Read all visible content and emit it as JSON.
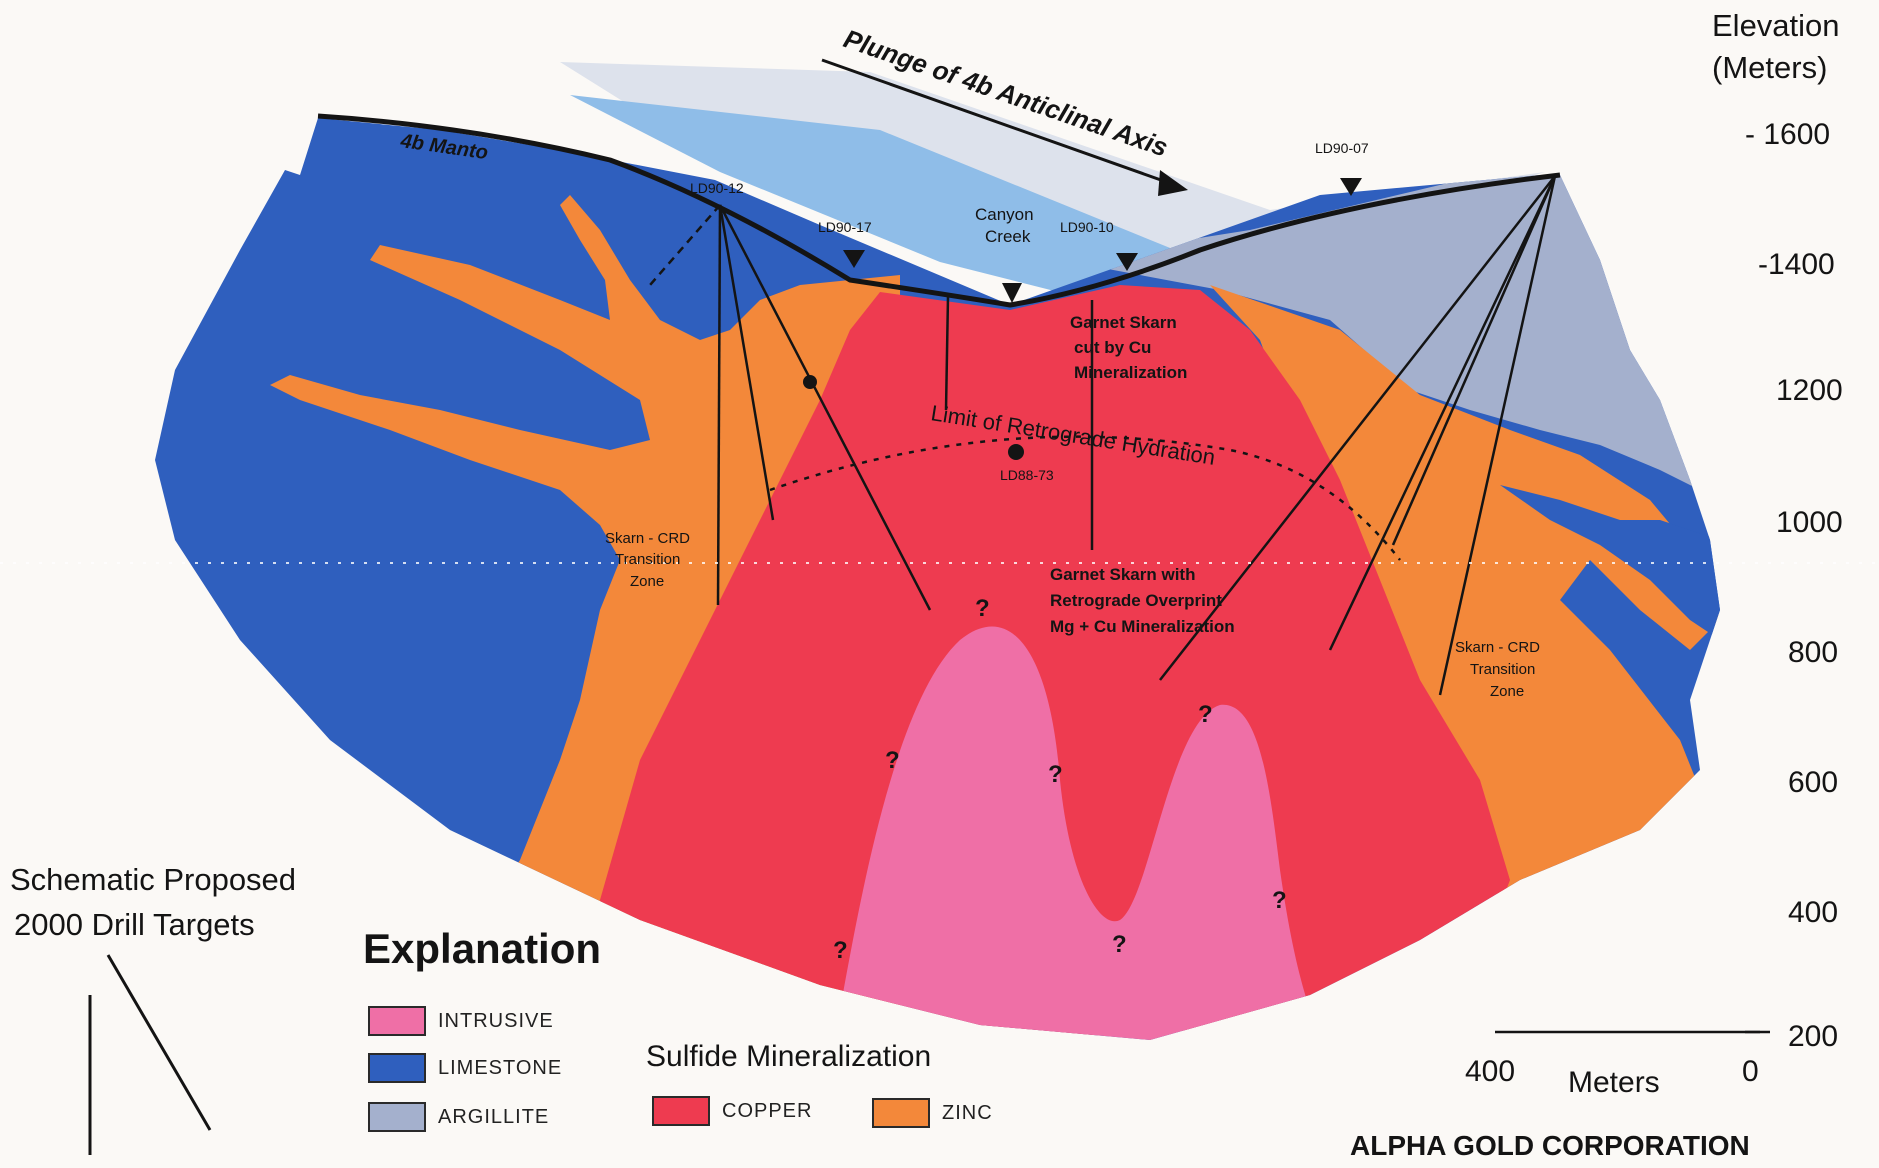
{
  "colors": {
    "intrusive": "#ef6fa6",
    "limestone": "#2f5fbe",
    "argillite": "#a4b0cd",
    "copper": "#ee3b50",
    "zinc": "#f3883a",
    "light_band": "#dde2ec",
    "blue_band": "#8fbde8",
    "ink": "#161616"
  },
  "elevation": {
    "title_line1": "Elevation",
    "title_line2": "(Meters)",
    "ticks": [
      "- 1600",
      "-1400",
      "1200",
      "1000",
      "800",
      "600",
      "400",
      "200"
    ]
  },
  "section_labels": {
    "plunge": "Plunge of 4b Anticlinal Axis",
    "manto": "4b Manto",
    "canyon_creek_line1": "Canyon",
    "canyon_creek_line2": "Creek",
    "retrograde_limit": "Limit of Retrograde Hydration",
    "garnet_cu_line1": "Garnet Skarn",
    "garnet_cu_line2": "cut by Cu",
    "garnet_cu_line3": "Mineralization",
    "garnet_retro_line1": "Garnet Skarn with",
    "garnet_retro_line2": "Retrograde Overprint",
    "garnet_retro_line3": "Mg + Cu Mineralization",
    "transition_left_line1": "Skarn - CRD",
    "transition_left_line2": "Transition",
    "transition_left_line3": "Zone",
    "transition_right_line1": "Skarn - CRD",
    "transition_right_line2": "Transition",
    "transition_right_line3": "Zone",
    "question_mark": "?"
  },
  "drill_holes": {
    "ld9012": "LD90-12",
    "ld9017": "LD90-17",
    "ld9010": "LD90-10",
    "ld9007": "LD90-07",
    "ld8873": "LD88-73"
  },
  "targets": {
    "title_line1": "Schematic Proposed",
    "title_line2": "2000 Drill Targets"
  },
  "explanation": {
    "title": "Explanation",
    "intrusive": "INTRUSIVE",
    "limestone": "LIMESTONE",
    "argillite": "ARGILLITE",
    "sulfide_title": "Sulfide Mineralization",
    "copper": "COPPER",
    "zinc": "ZINC"
  },
  "scale": {
    "left_value": "400",
    "unit": "Meters",
    "right_value": "0"
  },
  "company": "ALPHA GOLD CORPORATION"
}
